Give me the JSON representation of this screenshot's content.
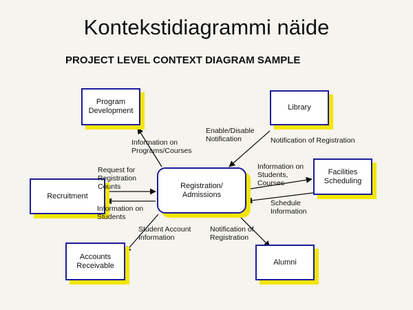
{
  "slide_title": "Kontekstidiagrammi näide",
  "subtitle": "PROJECT LEVEL CONTEXT DIAGRAM SAMPLE",
  "process": {
    "label": "Registration/\nAdmissions"
  },
  "entities": {
    "program_development": "Program\nDevelopment",
    "library": "Library",
    "recruitment": "Recruitment",
    "facilities_scheduling": "Facilities\nScheduling",
    "accounts_receivable": "Accounts\nReceivable",
    "alumni": "Alumni"
  },
  "flows": {
    "info_programs_courses": "Information on\nPrograms/Courses",
    "enable_disable_notification": "Enable/Disable\nNotification",
    "notification_of_registration_library": "Notification of Registration",
    "request_registration_counts": "Request for\nRegistration\nCounts",
    "info_on_students_recruitment": "Information on\nStudents",
    "info_on_students_courses": "Information on\nStudents,\nCourses",
    "schedule_information": "Schedule\nInformation",
    "student_account_information": "Student Account\nInformation",
    "notification_of_registration_alumni": "Notification of\nRegistration"
  },
  "colors": {
    "border": "#1c1c9a",
    "shadow": "#f2e600",
    "background": "#f5f4ee"
  }
}
